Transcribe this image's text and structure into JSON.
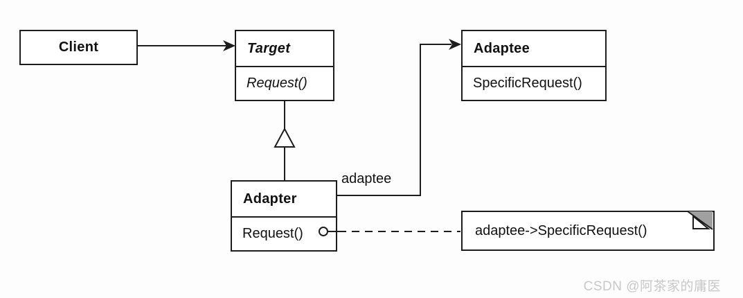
{
  "classes": {
    "client": {
      "name": "Client"
    },
    "target": {
      "name": "Target",
      "methods": [
        "Request()"
      ]
    },
    "adaptee": {
      "name": "Adaptee",
      "methods": [
        "SpecificRequest()"
      ]
    },
    "adapter": {
      "name": "Adapter",
      "methods": [
        "Request()"
      ]
    }
  },
  "labels": {
    "adaptee_association": "adaptee"
  },
  "note": {
    "text": "adaptee->SpecificRequest()"
  },
  "watermark": {
    "text": "CSDN @阿茶家的庸医"
  },
  "colors": {
    "line": "#1c1c1c",
    "box_fill": "#ffffff",
    "note_fold_shade": "#a0a0a0",
    "watermark": "#c8c8c8",
    "background": "#fdfdfd"
  }
}
